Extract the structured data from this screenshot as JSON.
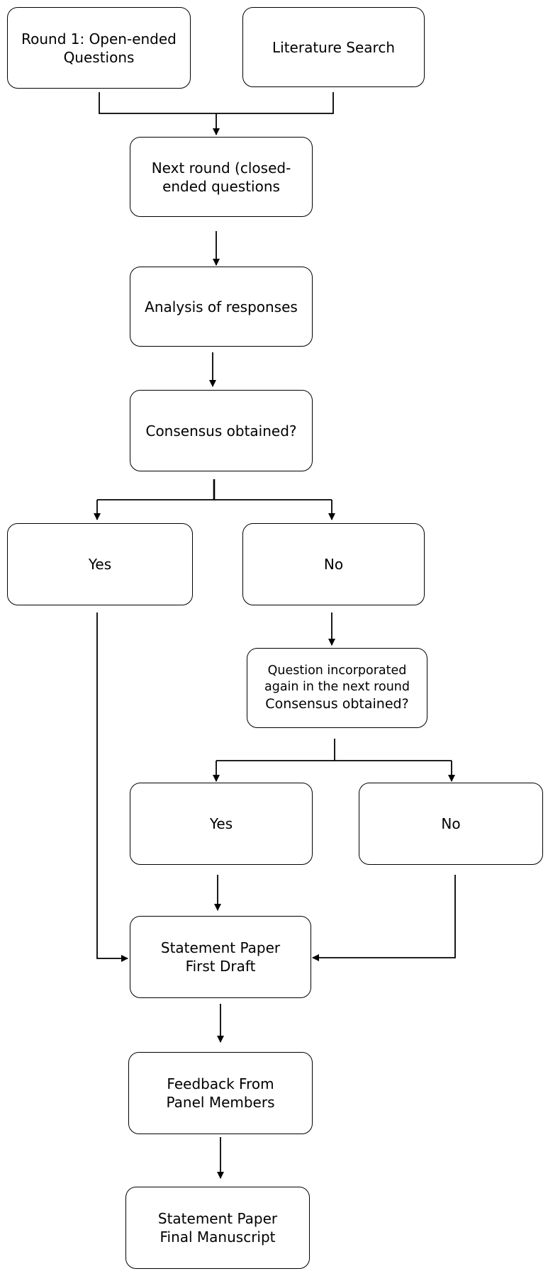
{
  "nodes": {
    "round1": [
      "Round 1: Open-ended",
      "Questions"
    ],
    "literature": [
      "Literature Search"
    ],
    "next_round": [
      "Next round (closed-",
      "ended questions"
    ],
    "analysis": [
      "Analysis of responses"
    ],
    "consensus1": [
      "Consensus obtained?"
    ],
    "yes1": [
      "Yes"
    ],
    "no1": [
      "No"
    ],
    "reincorporate": [
      "Question incorporated",
      "again in the next round",
      "Consensus obtained?"
    ],
    "yes2": [
      "Yes"
    ],
    "no2": [
      "No"
    ],
    "first_draft": [
      "Statement Paper",
      "First Draft"
    ],
    "feedback": [
      "Feedback From",
      "Panel Members"
    ],
    "final": [
      "Statement Paper",
      "Final Manuscript"
    ]
  },
  "colors": {
    "stroke": "#000000",
    "fill": "#ffffff",
    "text": "#000000"
  }
}
